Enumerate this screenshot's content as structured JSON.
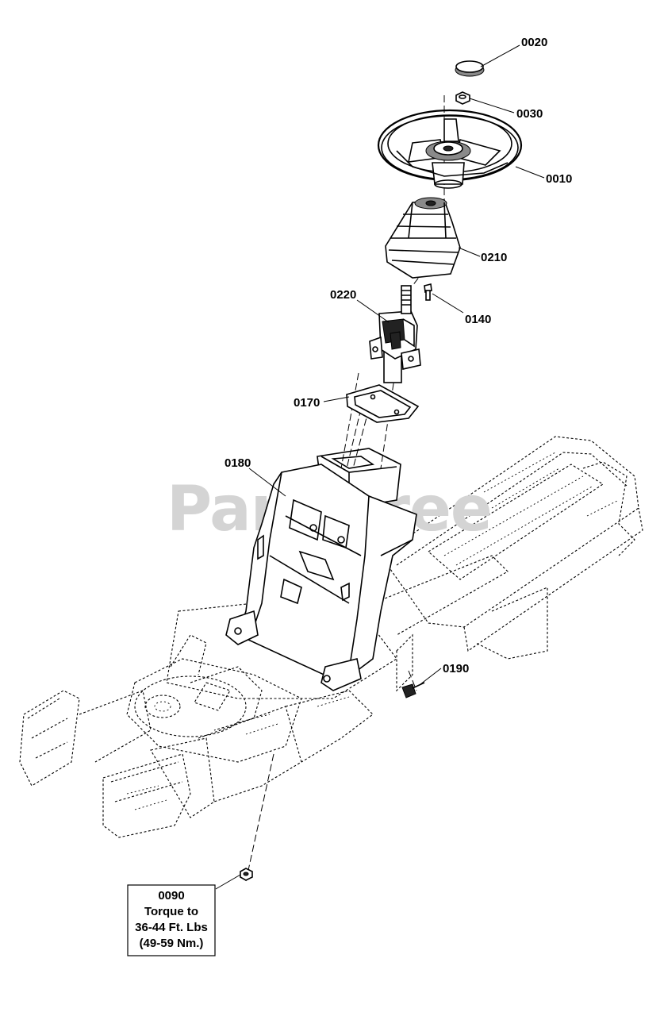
{
  "watermark": "PartsTree",
  "callouts": {
    "p0020": "0020",
    "p0030": "0030",
    "p0010": "0010",
    "p0210": "0210",
    "p0220": "0220",
    "p0140": "0140",
    "p0170": "0170",
    "p0180": "0180",
    "p0190": "0190"
  },
  "torque_note": {
    "part": "0090",
    "line1": "Torque to",
    "line2": "36-44 Ft. Lbs",
    "line3": "(49-59 Nm.)"
  }
}
